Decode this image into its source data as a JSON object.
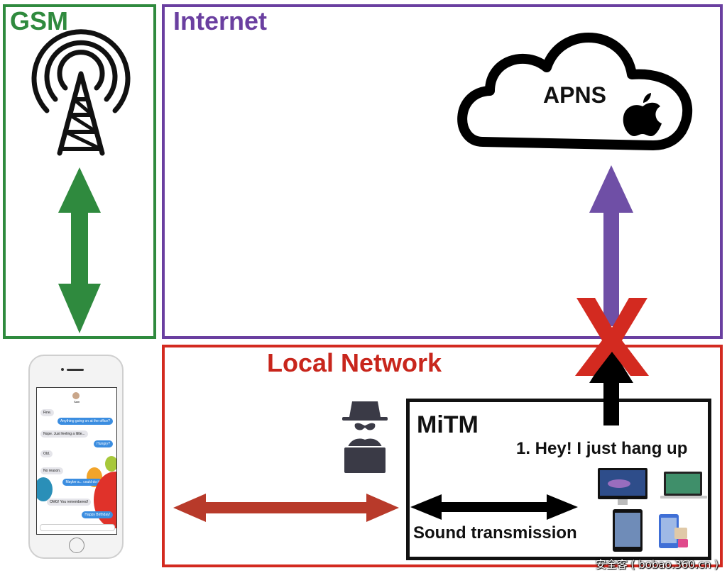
{
  "zones": {
    "gsm": {
      "title": "GSM",
      "color": "#2f8a3e"
    },
    "internet": {
      "title": "Internet",
      "color": "#6a3fa0"
    },
    "local_network": {
      "title": "Local Network",
      "color": "#c8261c"
    },
    "mitm": {
      "title": "MiTM",
      "color": "#111111"
    }
  },
  "nodes": {
    "cell_tower": {
      "icon": "cell-tower-icon"
    },
    "apns": {
      "label": "APNS",
      "icon": "cloud-icon",
      "badge_icon": "apple-logo-icon"
    },
    "attacker": {
      "icon": "hacker-icon"
    },
    "iphone": {
      "icon": "iphone-icon"
    },
    "apple_devices": [
      "imac-icon",
      "macbook-icon",
      "ipad-icon",
      "ipod-icon"
    ]
  },
  "edges": [
    {
      "from": "cell_tower",
      "to": "iphone",
      "direction": "bidirectional",
      "color": "#2f8a3e"
    },
    {
      "from": "mitm",
      "to": "apns",
      "direction": "up",
      "color": "#6a3fa0",
      "blocked": true
    },
    {
      "from": "iphone",
      "to": "mitm",
      "direction": "bidirectional",
      "color": "#b83a2a"
    },
    {
      "from": "mitm",
      "to": "apple_devices",
      "direction": "bidirectional",
      "color": "#111111",
      "label": "Sound transmission"
    },
    {
      "from": "apple_devices",
      "to": "mitm_out",
      "direction": "up",
      "color": "#111111"
    }
  ],
  "blocked_mark": {
    "symbol": "X",
    "color": "#d32a20"
  },
  "labels": {
    "hangup": "1. Hey! I just hang up",
    "sound": "Sound transmission"
  },
  "phone_screen": {
    "contact": "Sam",
    "messages": [
      {
        "side": "in",
        "text": "Fine."
      },
      {
        "side": "out",
        "text": "Anything going on at the office?"
      },
      {
        "side": "in",
        "text": "Nope. Just feeling a little..."
      },
      {
        "side": "out",
        "text": "Hungry?"
      },
      {
        "side": "in",
        "text": "Old."
      },
      {
        "side": "in",
        "text": "No reason."
      },
      {
        "side": "out",
        "text": "Maybe a... could do it"
      },
      {
        "side": "in",
        "text": "OMG! You remembered!"
      },
      {
        "side": "out",
        "text": "Happy Birthday!"
      }
    ]
  },
  "watermark": "安全客 ( bobao.360.cn )"
}
